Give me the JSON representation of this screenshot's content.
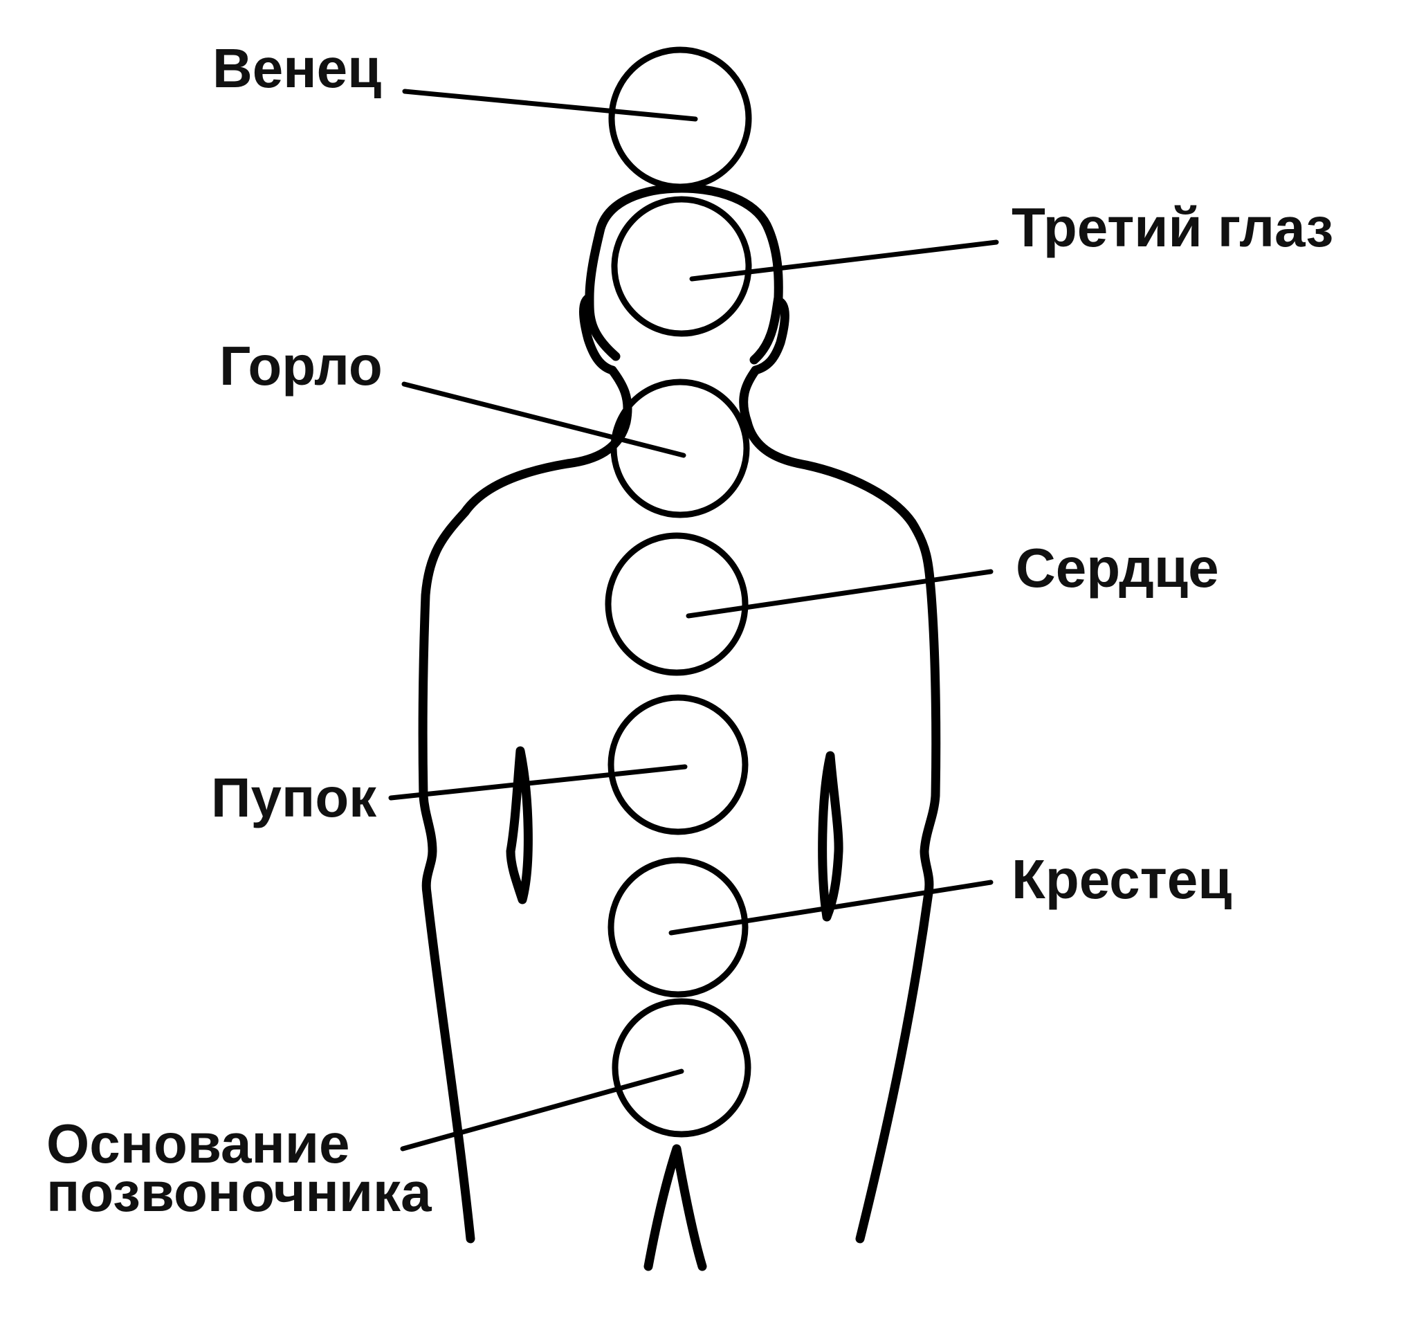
{
  "diagram": {
    "labels": {
      "crown": "Венец",
      "third_eye": "Третий глаз",
      "throat": "Горло",
      "heart": "Сердце",
      "navel": "Пупок",
      "sacrum": "Крестец",
      "root_line1": "Основание",
      "root_line2": "позвоночника"
    },
    "colors": {
      "stroke": "#000000",
      "text": "#111111",
      "background": "#ffffff"
    }
  }
}
